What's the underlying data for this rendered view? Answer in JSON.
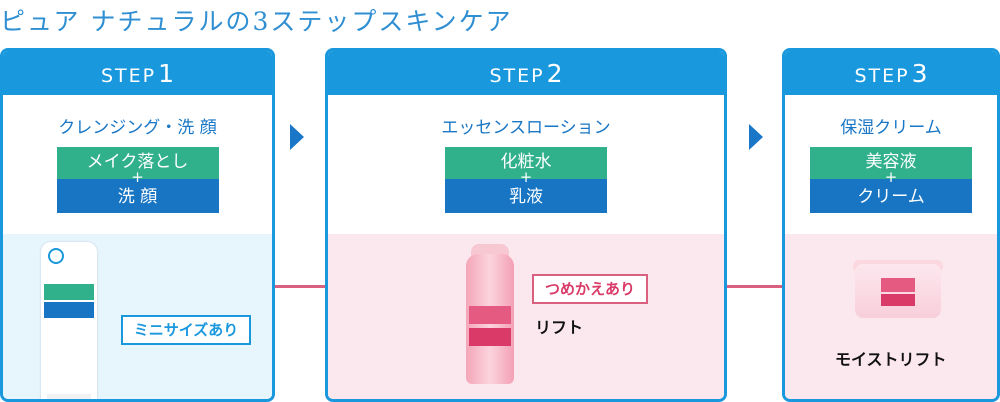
{
  "title": "ピュア ナチュラルの3ステップスキンケア",
  "steps": [
    {
      "header_word": "STEP",
      "header_num": "1",
      "subtitle": "クレンジング・洗 顔",
      "label_top": "メイク落とし",
      "label_plus": "+",
      "label_bottom": "洗 顔",
      "tag": "ミニサイズあり",
      "caption": ""
    },
    {
      "header_word": "STEP",
      "header_num": "2",
      "subtitle": "エッセンスローション",
      "label_top": "化粧水",
      "label_plus": "+",
      "label_bottom": "乳液",
      "tag": "つめかえあり",
      "caption": "リフト"
    },
    {
      "header_word": "STEP",
      "header_num": "3",
      "subtitle": "保湿クリーム",
      "label_top": "美容液",
      "label_plus": "+",
      "label_bottom": "クリーム",
      "tag": "",
      "caption": "モイストリフト"
    }
  ],
  "colors": {
    "accent_blue": "#1a98de",
    "dark_blue": "#1775c4",
    "green": "#31b08c",
    "pink": "#d9607f"
  }
}
